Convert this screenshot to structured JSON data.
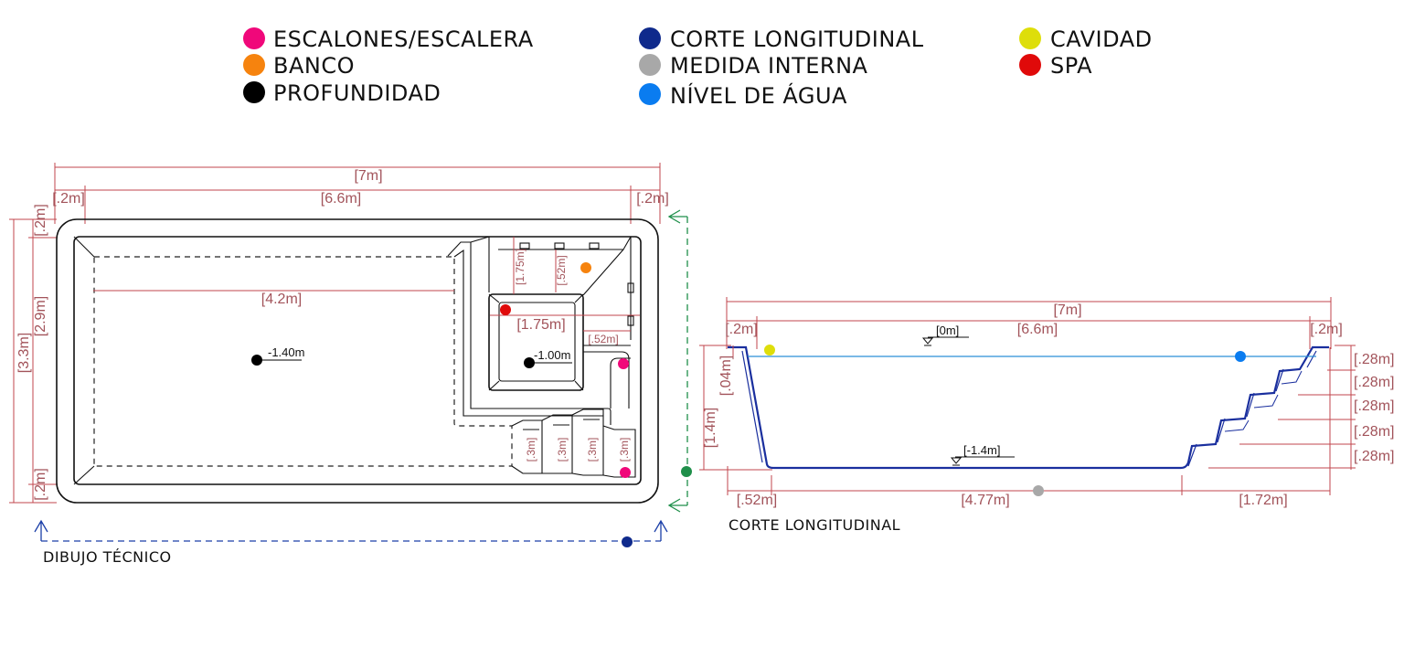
{
  "legend": [
    {
      "label": "ESCALONES/ESCALERA",
      "color": "#f0087a",
      "icon": "steps-marker"
    },
    {
      "label": "BANCO",
      "color": "#f6830e",
      "icon": "bench-marker"
    },
    {
      "label": "PROFUNDIDAD",
      "color": "#000000",
      "icon": "depth-marker"
    },
    {
      "label": "CORTE LONGITUDINAL",
      "color": "#0f2a8c",
      "icon": "section-marker"
    },
    {
      "label": "MEDIDA INTERNA",
      "color": "#a8a8a8",
      "icon": "internal-measure-marker"
    },
    {
      "label": "NÍVEL DE ÁGUA",
      "color": "#0a7cf0",
      "icon": "water-level-marker"
    },
    {
      "label": "CAVIDAD",
      "color": "#dede0a",
      "icon": "cavity-marker"
    },
    {
      "label": "SPA",
      "color": "#e00a0a",
      "icon": "spa-marker"
    }
  ],
  "plan": {
    "caption": "DIBUJO TÉCNICO",
    "overall_length": "[7m]",
    "inner_length": "[6.6m]",
    "rim_left": "[.2m]",
    "rim_right": "[.2m]",
    "overall_width": "[3.3m]",
    "inner_width": "[2.9m]",
    "rim_top": "[.2m]",
    "rim_bottom": "[.2m]",
    "deep_area_length": "[4.2m]",
    "deep_depth": "-1.40m",
    "spa_depth": "-1.00m",
    "spa_width": "[1.75m]",
    "spa_length": "[1.75m]",
    "bench_width": "[.52m]",
    "spa_step": "[.52m]",
    "steps": [
      "[.3m]",
      "[.3m]",
      "[.3m]",
      "[.3m]"
    ]
  },
  "section": {
    "caption": "CORTE LONGITUDINAL",
    "overall_length": "[7m]",
    "inner_length": "[6.6m]",
    "rim_left": "[.2m]",
    "rim_right": "[.2m]",
    "water_surface": "[0m]",
    "floor_level": "[-1.4m]",
    "total_depth": "[1.4m]",
    "freeboard": "[.04m]",
    "slope_length": "[.52m]",
    "floor_length": "[4.77m]",
    "stairs_length": "[1.72m]",
    "step_heights": [
      "[.28m]",
      "[.28m]",
      "[.28m]",
      "[.28m]",
      "[.28m]"
    ]
  },
  "colors": {
    "dimension": "#a2535a",
    "section_outline": "#1a2f9e",
    "water_line": "#2a8fd8",
    "cut_line_green": "#1f8f4a",
    "cut_line_blue": "#1b3fa8"
  }
}
